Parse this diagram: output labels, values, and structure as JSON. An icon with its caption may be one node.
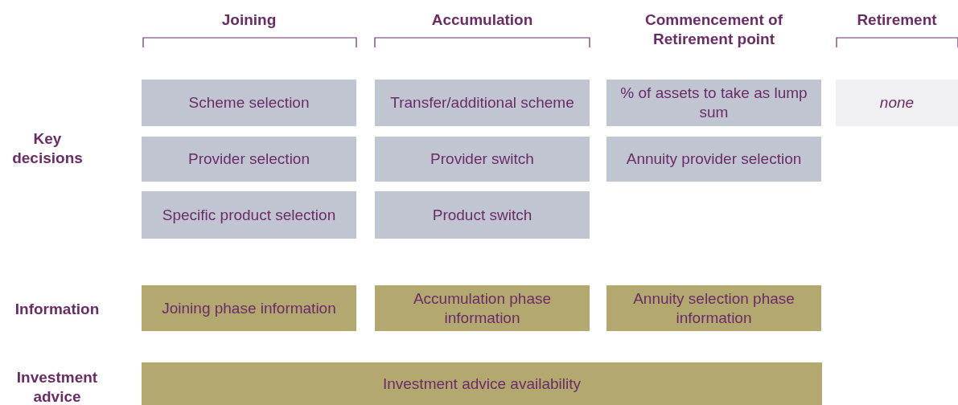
{
  "diagram": {
    "nodes": [
      {
        "text": [
          "Scheme selection"
        ]
      },
      {
        "text": [
          "Transfer/additional scheme"
        ]
      },
      {
        "text": [
          "% of assets to take as lump sum"
        ]
      },
      {
        "text": [
          "none"
        ]
      },
      {
        "text": [
          "Provider selection"
        ]
      },
      {
        "text": [
          "Provider switch"
        ]
      },
      {
        "text": [
          "Annuity provider selection"
        ]
      },
      {
        "text": [
          "Specific product selection"
        ]
      },
      {
        "text": [
          "Product switch"
        ]
      },
      {
        "text": [
          "Joining phase information"
        ]
      },
      {
        "text": [
          "Accumulation phase information"
        ]
      },
      {
        "text": [
          "Annuity selection phase information"
        ]
      },
      {
        "text": [
          "Investment advice availability"
        ]
      }
    ],
    "labels": [
      "Joining",
      "Accumulation",
      "Commencement of Retirement point",
      "Retirement",
      "Key decisions",
      "Information",
      "Investment advice"
    ]
  }
}
